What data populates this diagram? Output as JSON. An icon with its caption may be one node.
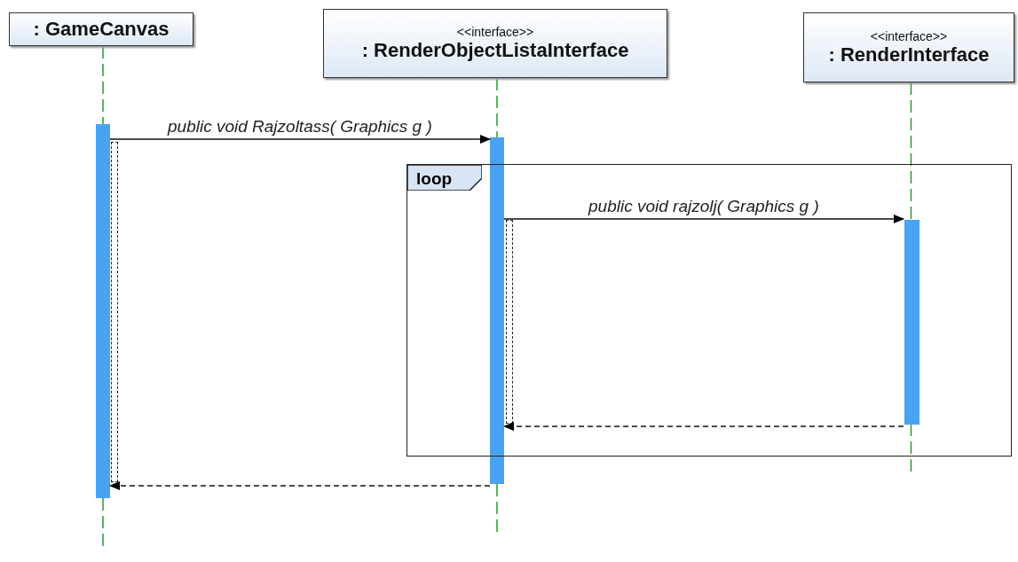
{
  "diagram": {
    "nodes": [
      {
        "text": [
          ": GameCanvas"
        ]
      },
      {
        "text": [
          "<<interface>>",
          ": RenderObjectListaInterface"
        ]
      },
      {
        "text": [
          "<<interface>>",
          ": RenderInterface"
        ]
      },
      {
        "text": [],
        "shape": "bar"
      },
      {
        "text": [],
        "shape": "bar"
      },
      {
        "text": [
          "loop"
        ]
      },
      {
        "text": [],
        "shape": "bar",
        "in": 5
      },
      {
        "text": [],
        "shape": "box"
      },
      {
        "text": [],
        "shape": "box",
        "in": 5
      }
    ],
    "edges": [
      {
        "from": 0,
        "to": 3,
        "arrow": "none",
        "style": "dashed",
        "color": "#2a9a2a"
      },
      {
        "from": 1,
        "to": 4,
        "arrow": "none",
        "style": "dashed",
        "color": "#2a9a2a"
      },
      {
        "from": 2,
        "to": 6,
        "arrow": "none",
        "style": "dashed",
        "color": "#2a9a2a"
      },
      {
        "from": 3,
        "to": 4,
        "arrow": "to",
        "color": "#111111",
        "label": "public void  Rajzoltass( Graphics g )"
      },
      {
        "from": 4,
        "to": 6,
        "arrow": "to",
        "color": "#111111",
        "label": "public void  rajzolj( Graphics g )"
      },
      {
        "from": 6,
        "to": 4,
        "arrow": "to",
        "style": "dashed",
        "color": "#111111"
      },
      {
        "from": 4,
        "to": 3,
        "arrow": "to",
        "style": "dashed",
        "color": "#111111"
      },
      {
        "from": 3,
        "to": null,
        "arrow": "none",
        "style": "dashed",
        "color": "#2a9a2a"
      },
      {
        "from": 4,
        "to": null,
        "arrow": "none",
        "style": "dashed",
        "color": "#2a9a2a"
      },
      {
        "from": 6,
        "to": null,
        "arrow": "none",
        "style": "dashed",
        "color": "#2a9a2a"
      }
    ]
  }
}
